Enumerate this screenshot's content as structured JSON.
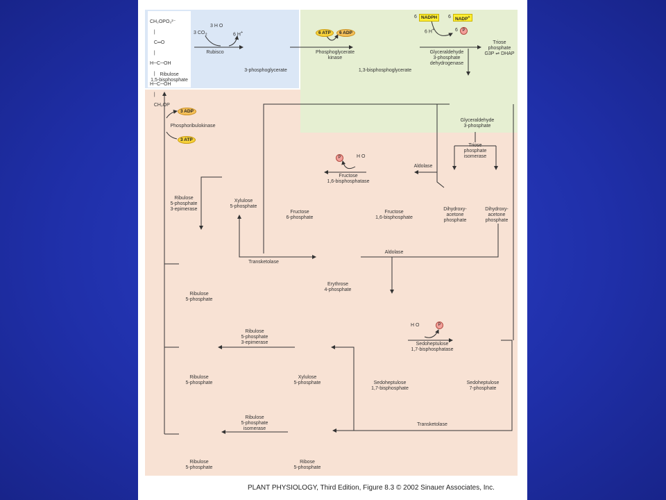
{
  "figure_caption": "PLANT PHYSIOLOGY, Third Edition, Figure 8.3  © 2002 Sinauer Associates, Inc.",
  "compounds": {
    "rubp": "Ribulose\n1,5-bisphosphate",
    "pga": "3-phosphoglycerate",
    "bpg": "1,3-bisphosphoglycerate",
    "triose": "Triose\nphosphate\nG3P ⇌ DHAP",
    "g3p": "Glyceraldehyde\n3-phosphate",
    "dhap1": "Dihydroxy-\nacetone\nphosphate",
    "dhap2": "Dihydroxy-\nacetone\nphosphate",
    "fbp": "Fructose\n1,6-bisphosphate",
    "f6p": "Fructose\n6-phosphate",
    "xu5p_top": "Xylulose\n5-phosphate",
    "r5p_top": "Ribulose\n5-phosphate",
    "e4p": "Erythrose\n4-phosphate",
    "sbp": "Sedoheptulose\n1,7-bisphosphate",
    "s7p": "Sedoheptulose\n7-phosphate",
    "xu5p_mid": "Xylulose\n5-phosphate",
    "ru5p_mid": "Ribulose\n5-phosphate",
    "ribose5p": "Ribose\n5-phosphate",
    "ru5p_bot": "Ribulose\n5-phosphate"
  },
  "enzymes": {
    "rubisco": "Rubisco",
    "pgk": "Phosphoglycerate\nkinase",
    "gapdh": "Glyceraldehyde\n3-phosphate\ndehydrogenase",
    "tpi": "Triose\nphosphate\nisomerase",
    "aldolase1": "Aldolase",
    "fbpase": "Fructose\n1,6-bisphosphatase",
    "prk": "Phosphoribulokinase",
    "epimerase1": "Ribulose\n5-phosphate\n3-epimerase",
    "transketolase1": "Transketolase",
    "aldolase2": "Aldolase",
    "sbpase": "Sedoheptulose\n1,7-bisphosphatase",
    "epimerase2": "Ribulose\n5-phosphate\n3-epimerase",
    "transketolase2": "Transketolase",
    "isomerase": "Ribulose\n5-phosphate\nisomerase"
  },
  "cofactors": {
    "co2": "3 CO",
    "h2o": "3 H O",
    "hplus": "6 H",
    "atp_pgk": "6 ATP",
    "adp_pgk": "6 ADP",
    "nadph_n": "6",
    "nadph": "NADPH",
    "nadp_n": "6",
    "nadp": "NADP",
    "h6": "6 H",
    "pi6": "6",
    "pi_label": "P",
    "adp_prk": "3 ADP",
    "atp_prk": "3 ATP",
    "h2o_fbp": "H O",
    "h2o_sbp": "H O"
  },
  "colors": {
    "background": "#1f2fa8",
    "zone_blue": "#dbe7f6",
    "zone_green": "#e6efd2",
    "zone_peach": "#f8e2d4",
    "atp_yellow": "#f7d23a",
    "nadph_yellow": "#ffee33",
    "pi_pink": "#f2a09a"
  }
}
